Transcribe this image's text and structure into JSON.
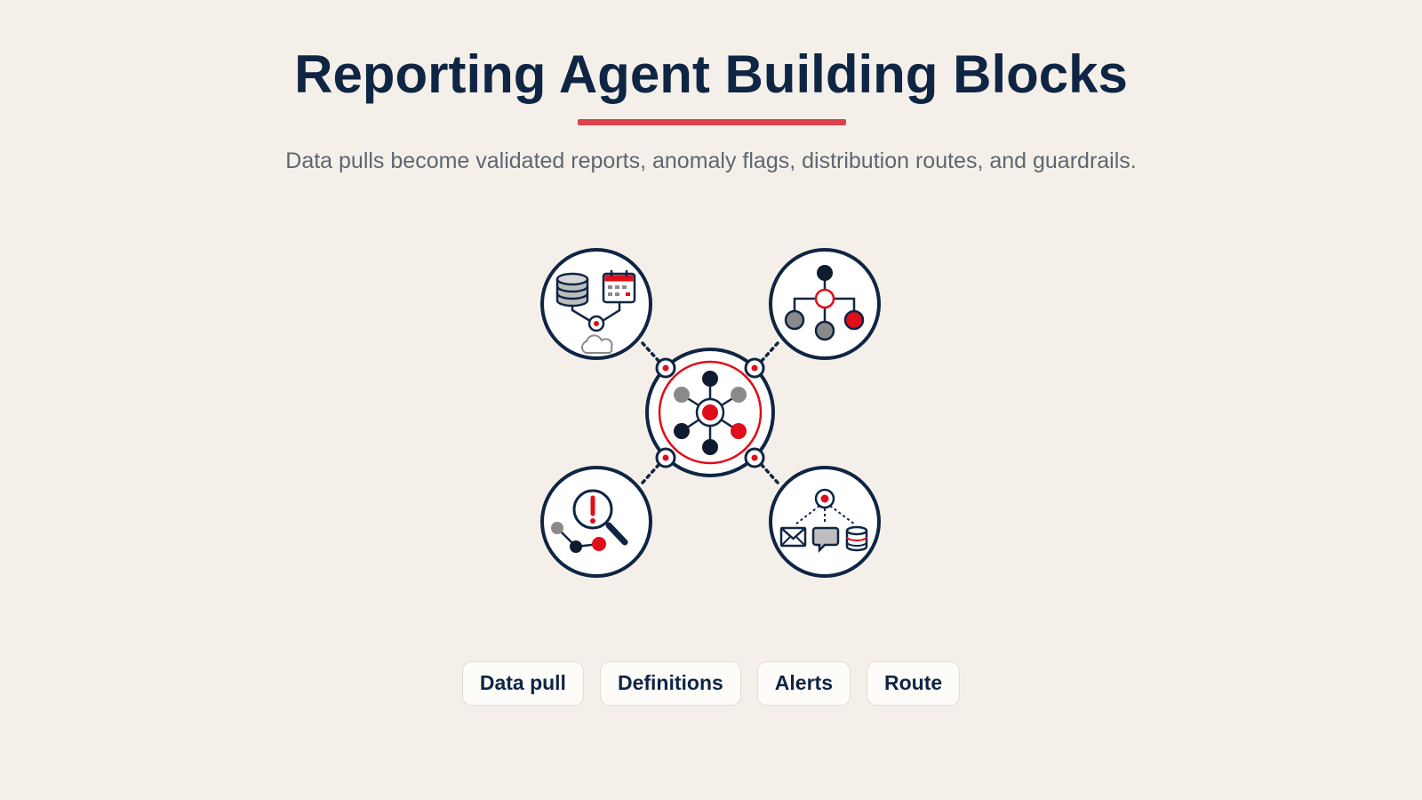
{
  "header": {
    "title": "Reporting Agent Building Blocks",
    "subtitle": "Data pulls become validated reports, anomaly flags, distribution routes, and guardrails."
  },
  "colors": {
    "navy": "#0f2544",
    "accent_red": "#d9434b",
    "icon_red": "#e00d1a",
    "gray": "#8a8a8a",
    "background": "#f4f0e9"
  },
  "diagram": {
    "hub": {
      "icon": "network-hub-icon"
    },
    "nodes": [
      {
        "id": "top-left",
        "icon": "data-sources-icon"
      },
      {
        "id": "top-right",
        "icon": "hierarchy-icon"
      },
      {
        "id": "bottom-left",
        "icon": "anomaly-search-icon"
      },
      {
        "id": "bottom-right",
        "icon": "distribution-icon"
      }
    ]
  },
  "tags": [
    {
      "label": "Data pull"
    },
    {
      "label": "Definitions"
    },
    {
      "label": "Alerts"
    },
    {
      "label": "Route"
    }
  ]
}
